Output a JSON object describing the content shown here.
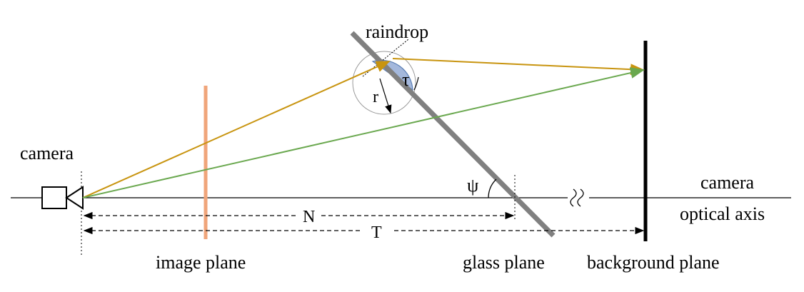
{
  "labels": {
    "raindrop": "raindrop",
    "camera": "camera",
    "camera_optical_axis_line1": "camera",
    "camera_optical_axis_line2": "optical axis",
    "image_plane": "image plane",
    "glass_plane": "glass plane",
    "background_plane": "background plane",
    "N": "N",
    "T": "T",
    "r": "r",
    "tau": "τ",
    "psi": "ψ"
  },
  "colors": {
    "ray_orange": "#C8940F",
    "ray_green": "#6AA84F",
    "image_plane": "#F0A57A",
    "glass": "#808080",
    "raindrop_fill": "#A4B8DC",
    "raindrop_edge": "#5B7FB5"
  }
}
